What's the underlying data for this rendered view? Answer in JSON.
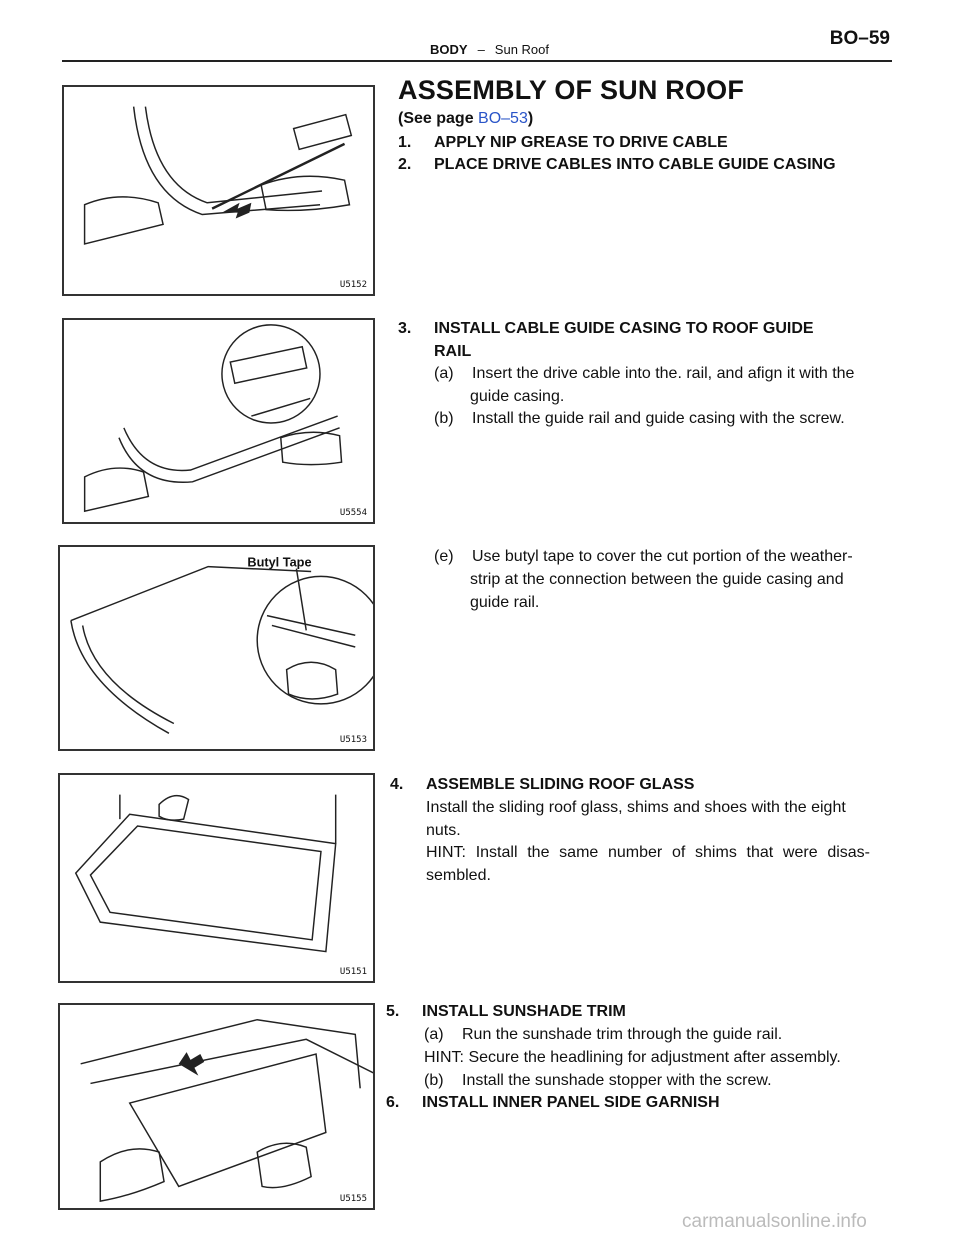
{
  "header": {
    "section": "BODY",
    "separator": "–",
    "subsection": "Sun Roof",
    "page_code": "BO–59"
  },
  "title": "ASSEMBLY OF SUN ROOF",
  "see_page": {
    "prefix": "(See page ",
    "link": "BO–53",
    "suffix": ")"
  },
  "figures": {
    "fig1_code": "U5152",
    "fig2_code": "U5554",
    "fig3_code": "U5153",
    "fig3_callout": "Butyl Tape",
    "fig4_code": "U5151",
    "fig5_code": "U5155"
  },
  "steps": {
    "s1_num": "1.",
    "s1_text": "APPLY NIP GREASE TO DRIVE CABLE",
    "s2_num": "2.",
    "s2_text": "PLACE DRIVE CABLES INTO CABLE GUIDE CASING",
    "s3_num": "3.",
    "s3_line1": "INSTALL CABLE GUIDE CASING TO ROOF GUIDE",
    "s3_line2": "RAIL",
    "s3a_label": "(a)",
    "s3a_line1": "Insert the drive cable into the. rail, and afign it with the",
    "s3a_line2": "guide casing.",
    "s3b_label": "(b)",
    "s3b_text": "Install the guide rail and guide casing with the screw.",
    "s3e_label": "(e)",
    "s3e_line1": "Use butyl tape to cover the cut portion of the weather-",
    "s3e_line2": "strip at the connection between the guide casing and",
    "s3e_line3": "guide rail.",
    "s4_num": "4.",
    "s4_text": "ASSEMBLE SLIDING ROOF GLASS",
    "s4_line1": "Install the sliding roof glass, shims and shoes with the eight",
    "s4_line2": "nuts.",
    "s4_hint1": "HINT: Install the same number of shims that were disas-",
    "s4_hint2": "sembled.",
    "s5_num": "5.",
    "s5_text": "INSTALL SUNSHADE TRIM",
    "s5a_label": "(a)",
    "s5a_text": "Run the sunshade trim through the guide rail.",
    "s5_hint": "HINT: Secure the headlining for adjustment after assembly.",
    "s5b_label": "(b)",
    "s5b_text": "Install the sunshade stopper with the screw.",
    "s6_num": "6.",
    "s6_text": "INSTALL INNER PANEL SIDE GARNISH"
  },
  "footer_watermark": "carmanualsonline.info"
}
